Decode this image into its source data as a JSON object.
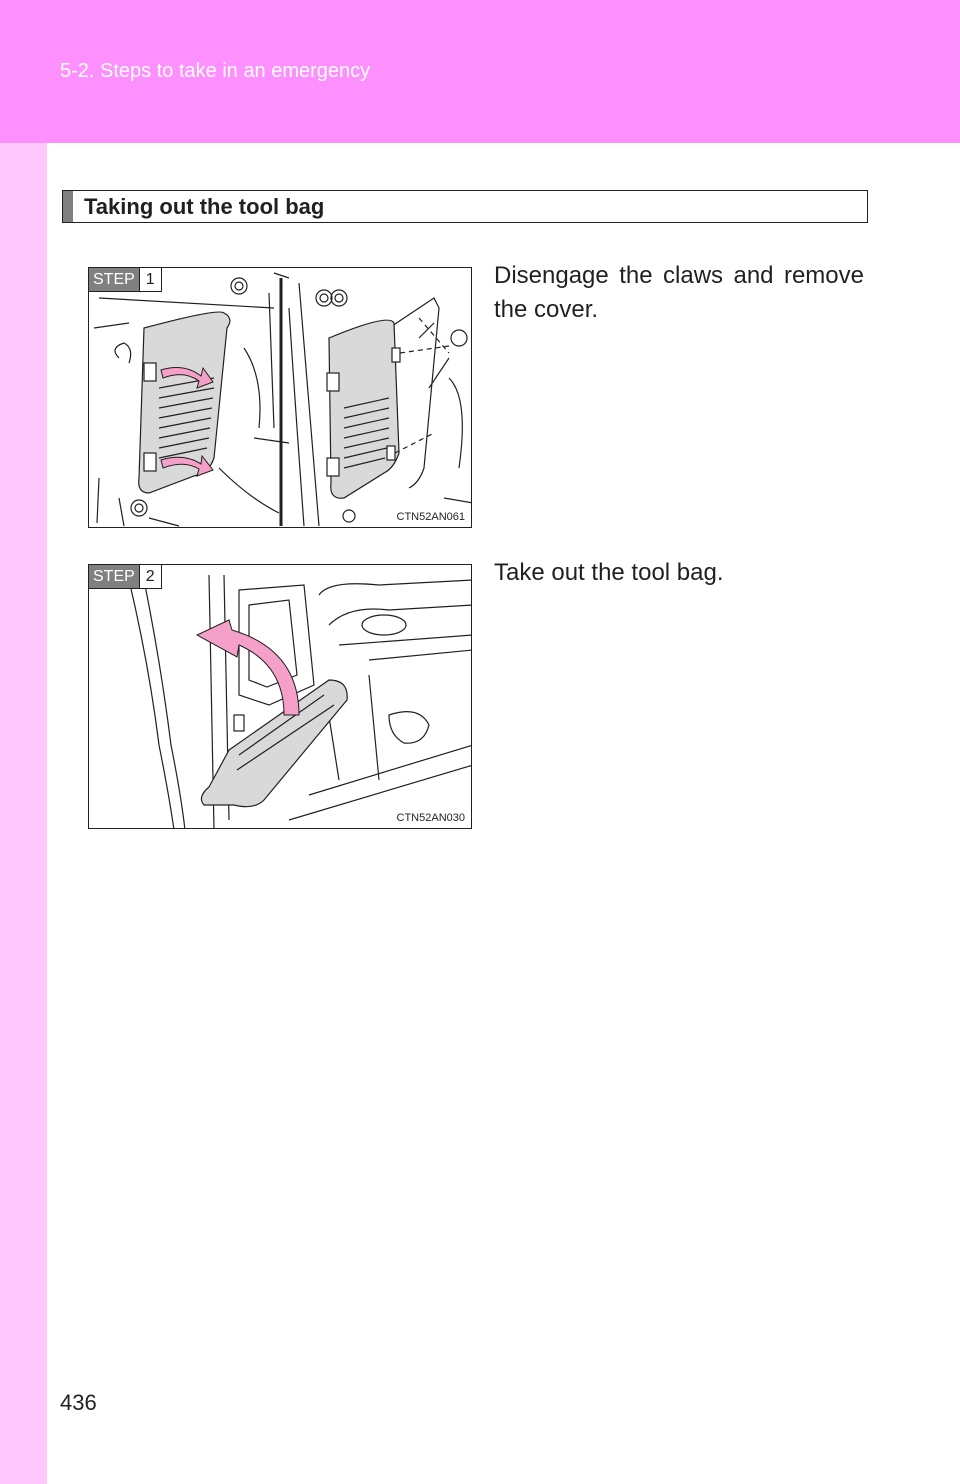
{
  "header": {
    "section": "5-2. Steps to take in an emergency"
  },
  "section": {
    "title": "Taking out the tool bag"
  },
  "steps": [
    {
      "badge": "STEP",
      "number": "1",
      "figure_code": "CTN52AN061",
      "text": "Disengage the claws and remove the cover."
    },
    {
      "badge": "STEP",
      "number": "2",
      "figure_code": "CTN52AN030",
      "text": "Take out the tool bag."
    }
  ],
  "footer": {
    "page_number": "436"
  },
  "colors": {
    "header": "#fe8ffe",
    "sidebar": "#fec8fe",
    "arrow": "#f5a0c8",
    "badge": "#808080"
  }
}
